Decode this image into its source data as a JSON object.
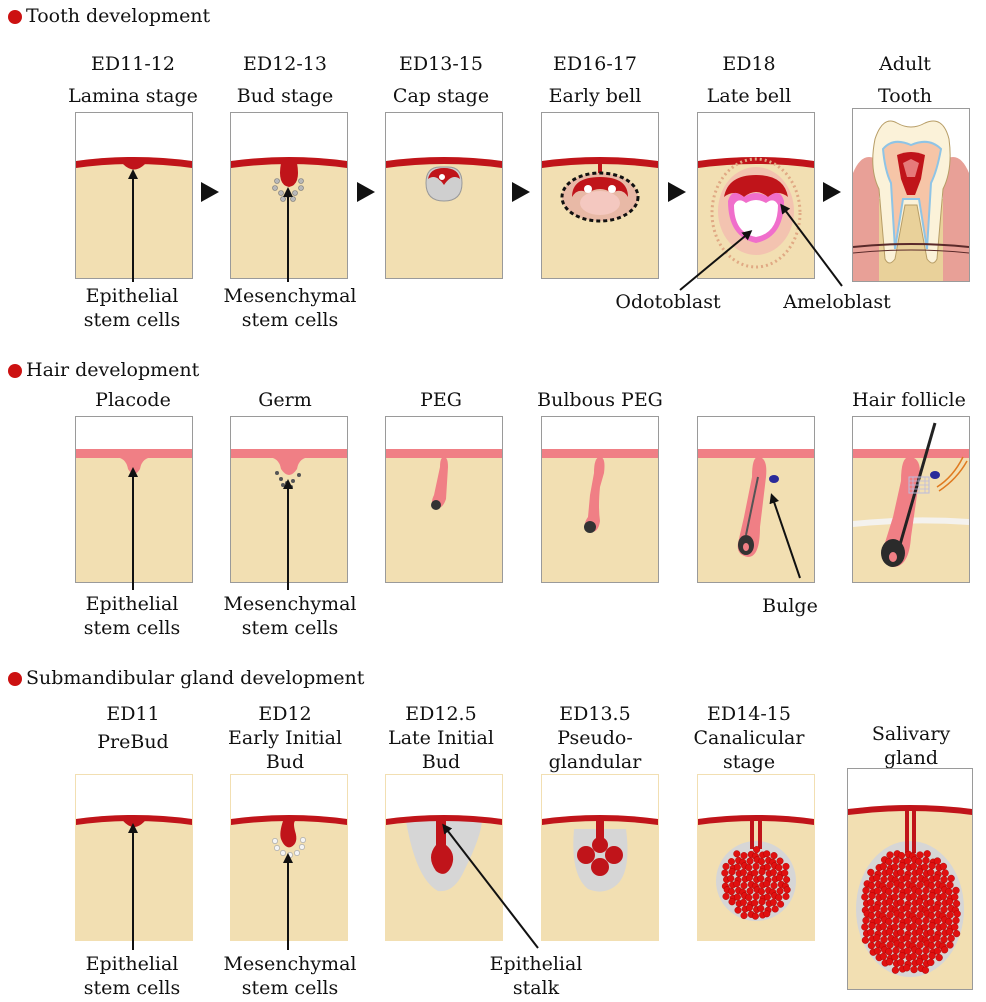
{
  "tooth": {
    "title": "Tooth development",
    "stages": [
      {
        "age": "ED11-12",
        "name": "Lamina stage"
      },
      {
        "age": "ED12-13",
        "name": "Bud stage"
      },
      {
        "age": "ED13-15",
        "name": "Cap stage"
      },
      {
        "age": "ED16-17",
        "name": "Early bell"
      },
      {
        "age": "ED18",
        "name": "Late bell"
      },
      {
        "age": "Adult",
        "name": "Tooth"
      }
    ],
    "annotations": {
      "epithelial_1": "Epithelial",
      "epithelial_2": "stem cells",
      "mesenchymal_1": "Mesenchymal",
      "mesenchymal_2": "stem cells",
      "odontoblast": "Odotoblast",
      "ameloblast": "Ameloblast"
    }
  },
  "hair": {
    "title": "Hair development",
    "stages": [
      "Placode",
      "Germ",
      "PEG",
      "Bulbous PEG",
      "",
      "Hair follicle"
    ],
    "annotations": {
      "epithelial_1": "Epithelial",
      "epithelial_2": "stem cells",
      "mesenchymal_1": "Mesenchymal",
      "mesenchymal_2": "stem cells",
      "bulge": "Bulge"
    }
  },
  "gland": {
    "title": "Submandibular gland development",
    "stages": [
      {
        "l1": "ED11",
        "l2": "PreBud",
        "l3": ""
      },
      {
        "l1": "ED12",
        "l2": "Early Initial",
        "l3": "Bud"
      },
      {
        "l1": "ED12.5",
        "l2": "Late Initial",
        "l3": "Bud"
      },
      {
        "l1": "ED13.5",
        "l2": "Pseudo-",
        "l3": "glandular"
      },
      {
        "l1": "ED14-15",
        "l2": "Canalicular",
        "l3": "stage"
      },
      {
        "l1": "",
        "l2": "Salivary",
        "l3": "gland"
      }
    ],
    "annotations": {
      "epithelial_1": "Epithelial",
      "epithelial_2": "stem cells",
      "mesenchymal_1": "Mesenchymal",
      "mesenchymal_2": "stem cells",
      "stalk_1": "Epithelial",
      "stalk_2": "stalk"
    }
  },
  "colors": {
    "tissue": "#f2dfb2",
    "epithelium_tooth": "#c0141a",
    "epithelium_hair": "#f07f85",
    "gland_red": "#e01010",
    "mesenchyme_gray": "#d6d6d6",
    "bullet": "#cc1111"
  }
}
